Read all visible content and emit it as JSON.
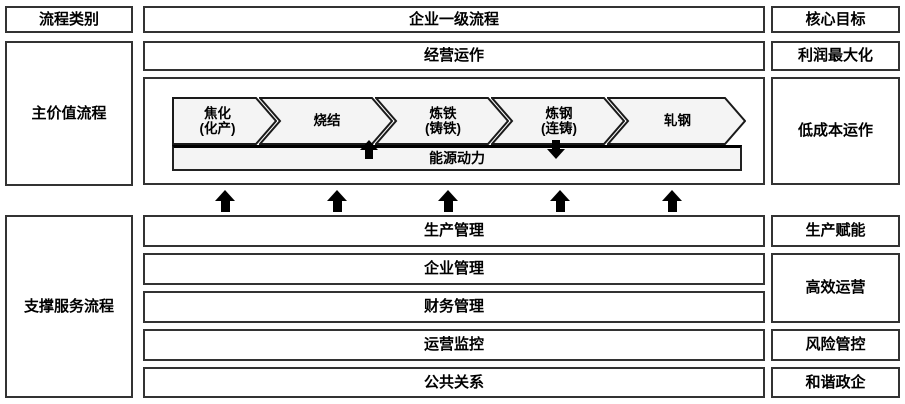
{
  "header": {
    "category": "流程类别",
    "process": "企业一级流程",
    "goal": "核心目标"
  },
  "left_column": {
    "main_value": "主价值流程",
    "support": "支撑服务流程"
  },
  "main": {
    "operation": "经营运作",
    "chevrons": [
      {
        "line1": "焦化",
        "line2": "(化产)"
      },
      {
        "line1": "烧结",
        "line2": ""
      },
      {
        "line1": "炼铁",
        "line2": "(铸铁)"
      },
      {
        "line1": "炼钢",
        "line2": "(连铸)"
      },
      {
        "line1": "轧钢",
        "line2": ""
      }
    ],
    "energy": "能源动力"
  },
  "support_rows": [
    {
      "label": "生产管理"
    },
    {
      "label": "企业管理"
    },
    {
      "label": "财务管理"
    },
    {
      "label": "运营监控"
    },
    {
      "label": "公共关系"
    }
  ],
  "goals": {
    "profit": "利润最大化",
    "low_cost": "低成本运作",
    "production": "生产赋能",
    "efficiency": "高效运营",
    "risk": "风险管控",
    "harmony": "和谐政企"
  },
  "colors": {
    "background": "#ffffff",
    "box_border": "#333333",
    "chevron_fill": "#f4f4f4",
    "chevron_stroke": "#1a1a1a",
    "arrow": "#000000",
    "text": "#000000"
  }
}
